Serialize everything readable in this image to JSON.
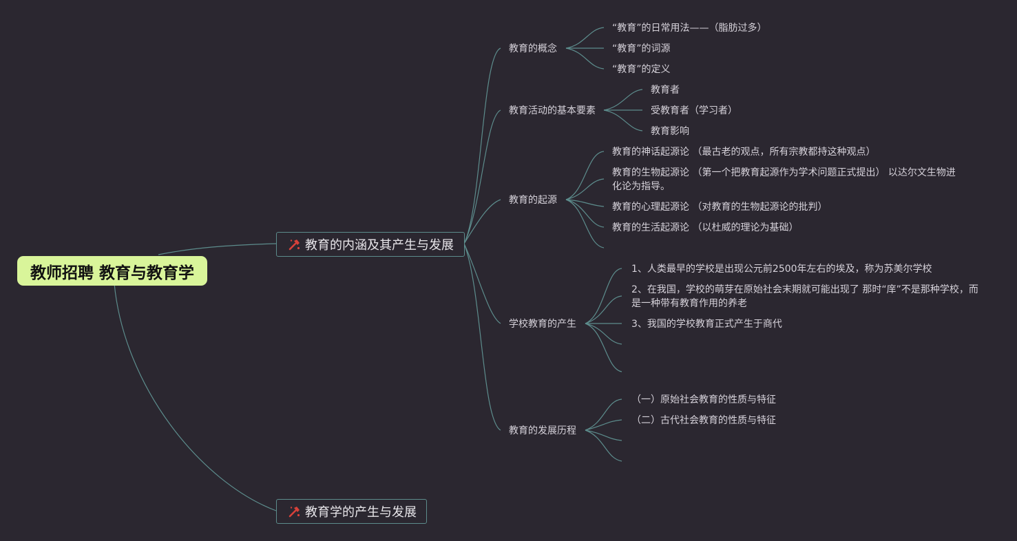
{
  "root": {
    "label": "教师招聘 教育与教育学"
  },
  "main_topics": [
    {
      "label": "教育的内涵及其产生与发展",
      "icon": "hammer-icon",
      "icon_color": "#d8413a"
    },
    {
      "label": "教育学的产生与发展",
      "icon": "hammer-icon",
      "icon_color": "#d8413a"
    }
  ],
  "subtopics": [
    {
      "label": "教育的概念",
      "children": [
        "“教育”的日常用法——（脂肪过多）",
        "“教育”的词源",
        "“教育”的定义"
      ]
    },
    {
      "label": "教育活动的基本要素",
      "children": [
        "教育者",
        "受教育者（学习者）",
        "教育影响"
      ]
    },
    {
      "label": "教育的起源",
      "children": [
        "教育的神话起源论 （最古老的观点，所有宗教都持这种观点）",
        "教育的生物起源论 （第一个把教育起源作为学术问题正式提出） 以达尔文生物进",
        "化论为指导。",
        "教育的心理起源论 （对教育的生物起源论的批判）",
        "教育的生活起源论 （以杜威的理论为基础）"
      ]
    },
    {
      "label": "学校教育的产生",
      "children": [
        "1、人类最早的学校是出现公元前2500年左右的埃及，称为苏美尔学校",
        "2、在我国，学校的萌芽在原始社会末期就可能出现了 那时“庠”不是那种学校，而",
        "是一种带有教育作用的养老",
        "3、我国的学校教育正式产生于商代"
      ]
    },
    {
      "label": "教育的发展历程",
      "children": [
        "（一）原始社会教育的性质与特征",
        "（二）古代社会教育的性质与特征"
      ]
    }
  ],
  "colors": {
    "background": "#2b2730",
    "root_fill": "#d9f59a",
    "link": "#5d8d8d",
    "topic_border": "#5d8d8d"
  }
}
